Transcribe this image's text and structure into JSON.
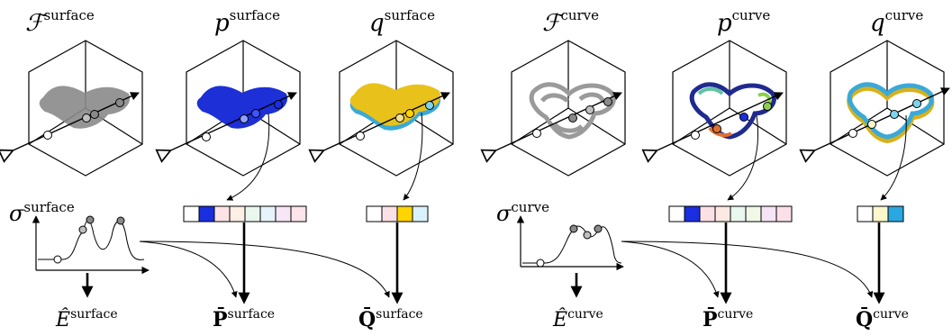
{
  "labels": {
    "F_surface": {
      "base": "ℱ",
      "sup": "surface"
    },
    "p_surface": {
      "base": "p",
      "sup": "surface"
    },
    "q_surface": {
      "base": "q",
      "sup": "surface"
    },
    "F_curve": {
      "base": "ℱ",
      "sup": "curve"
    },
    "p_curve": {
      "base": "p",
      "sup": "curve"
    },
    "q_curve": {
      "base": "q",
      "sup": "curve"
    },
    "sigma_surface": {
      "base": "σ",
      "sup": "surface"
    },
    "sigma_curve": {
      "base": "σ",
      "sup": "curve"
    },
    "E_surface": {
      "base": "Ê",
      "sup": "surface"
    },
    "P_surface": {
      "base": "P̄",
      "sup": "surface"
    },
    "Q_surface": {
      "base": "Q̄",
      "sup": "surface"
    },
    "E_curve": {
      "base": "Ê",
      "sup": "curve"
    },
    "P_curve": {
      "base": "P̄",
      "sup": "curve"
    },
    "Q_curve": {
      "base": "Q̄",
      "sup": "curve"
    }
  },
  "colors": {
    "shape_gray": "#8a8a8a",
    "p_blue": "#1d2fd6",
    "q_yellow": "#e8c21a",
    "q_cyan": "#3aa9d8",
    "curve_navy": "#1f2a8f",
    "ray": "#000000"
  },
  "feature_vectors": {
    "p_surface": [
      "#ffffff",
      "#1a2ee0",
      "#fde3e6",
      "#fdeee6",
      "#eaf7ee",
      "#e7f3fb",
      "#f7e6f7",
      "#fbe4ea"
    ],
    "q_surface": [
      "#ffffff",
      "#fbe1e6",
      "#ffd400",
      "#d9f1fb"
    ],
    "p_curve": [
      "#ffffff",
      "#1a2ee0",
      "#fbe1e6",
      "#fde9e3",
      "#eaf7ee",
      "#f1f8e8",
      "#f6e4f5",
      "#fbe0e8"
    ],
    "q_curve": [
      "#ffffff",
      "#fff7cc",
      "#2aa7e0"
    ]
  }
}
